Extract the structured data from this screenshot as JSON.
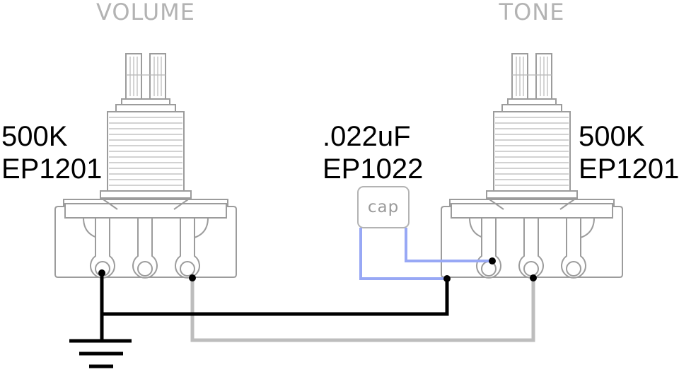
{
  "volume_pot": {
    "title": "VOLUME",
    "value": "500K",
    "part": "EP1201"
  },
  "tone_pot": {
    "title": "TONE",
    "value": "500K",
    "part": "EP1201"
  },
  "capacitor": {
    "value": ".022uF",
    "part": "EP1022",
    "label": "cap"
  },
  "colors": {
    "ground_wire": "#000000",
    "signal_wire": "#bdbdbd",
    "cap_lead": "#98a8f5",
    "component_outline": "#9c9c9c"
  },
  "icons": [
    "ground-symbol-icon",
    "solder-joint-icon"
  ]
}
